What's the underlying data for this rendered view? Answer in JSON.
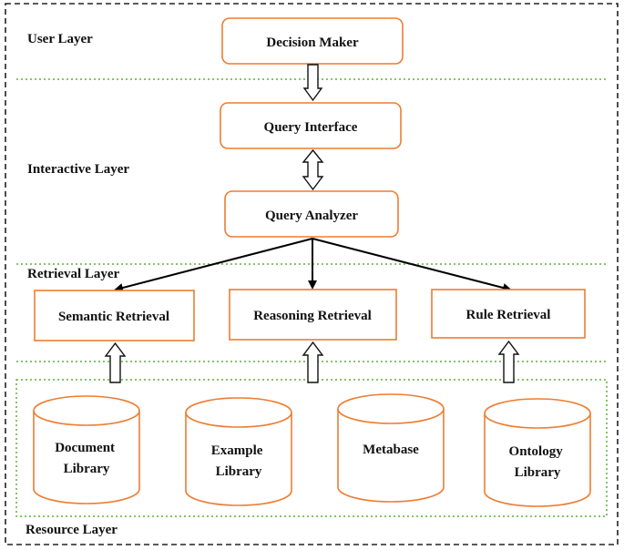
{
  "layers": {
    "user": "User Layer",
    "interactive": "Interactive Layer",
    "retrieval": "Retrieval Layer",
    "resource": "Resource Layer"
  },
  "nodes": {
    "decision_maker": "Decision Maker",
    "query_interface": "Query Interface",
    "query_analyzer": "Query Analyzer",
    "semantic_retrieval": "Semantic Retrieval",
    "reasoning_retrieval": "Reasoning Retrieval",
    "rule_retrieval": "Rule Retrieval"
  },
  "libraries": {
    "document": [
      "Document",
      "Library"
    ],
    "example": [
      "Example",
      "Library"
    ],
    "metabase": [
      "Metabase"
    ],
    "ontology": [
      "Ontology",
      "Library"
    ]
  },
  "colors": {
    "box_stroke": "#ed7d31",
    "separator": "#5fb135",
    "border": "#222222"
  }
}
